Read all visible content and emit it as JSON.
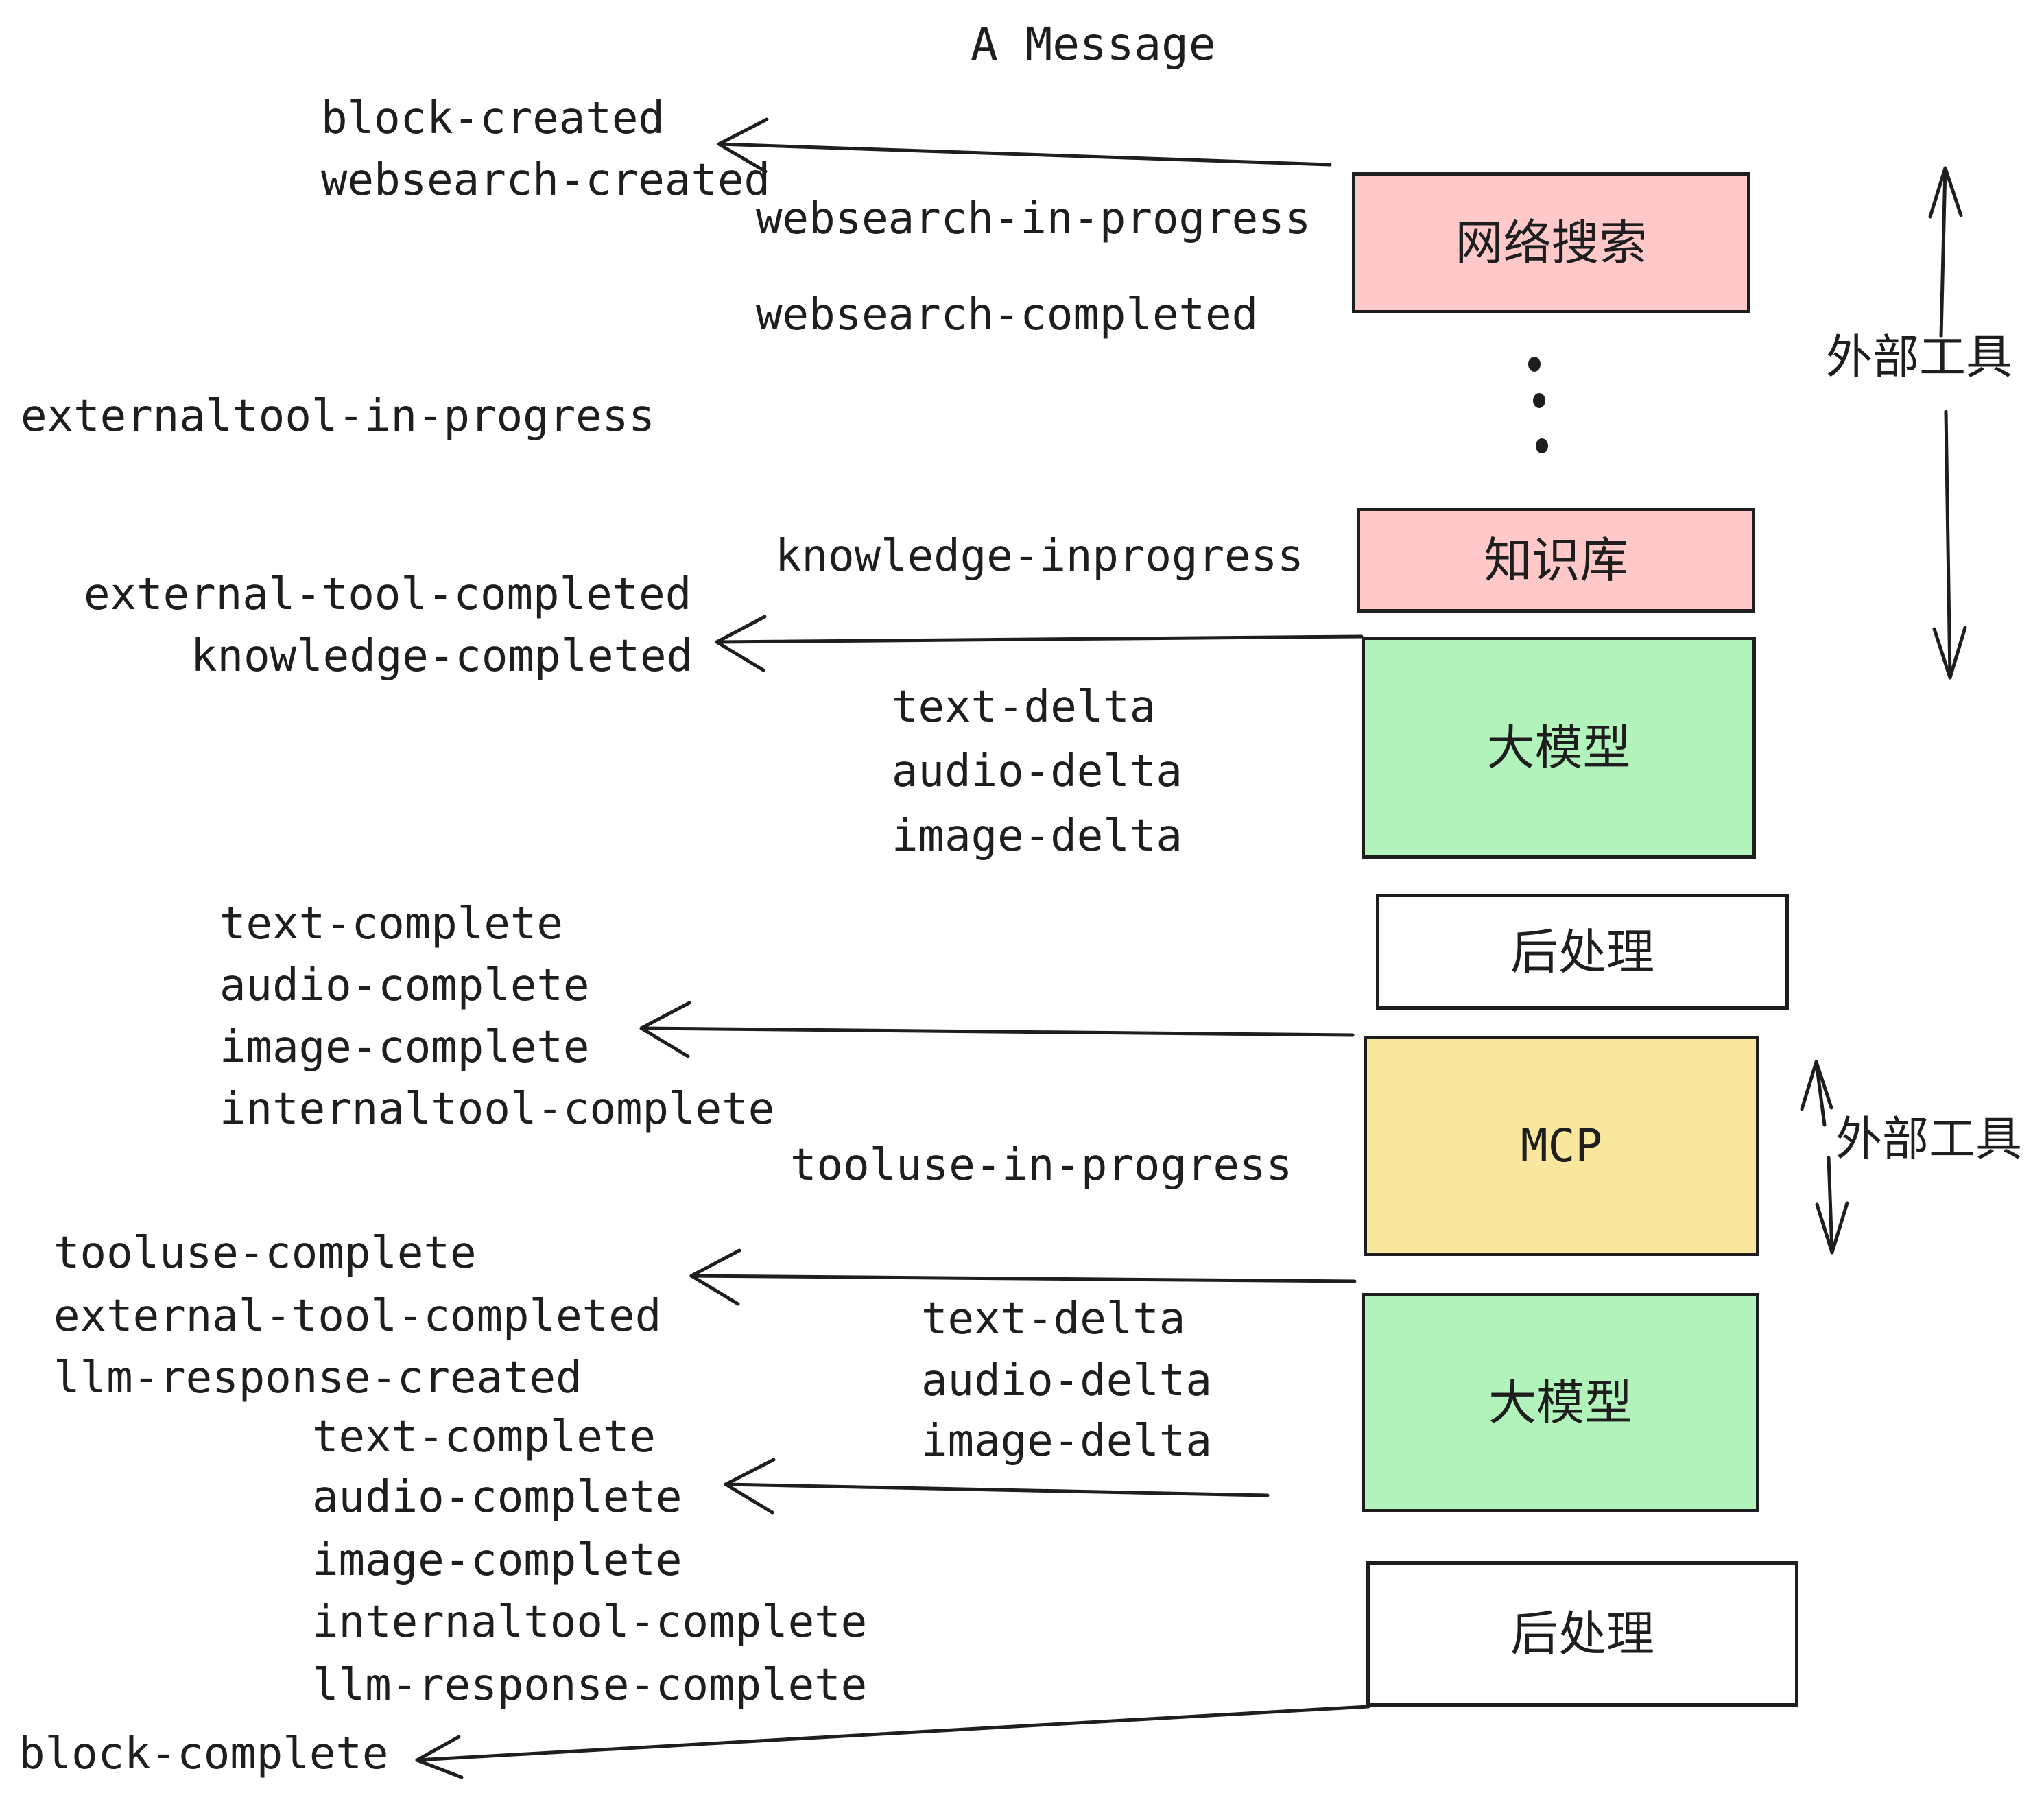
{
  "title": "A Message",
  "colors": {
    "ink": "#1e1e1e",
    "pink": "#ffc9c9",
    "green": "#b2f2bb",
    "yellow": "#f9e79e",
    "white": "#ffffff",
    "background": "#ffffff"
  },
  "boxes": {
    "websearch": {
      "label": "网络搜索"
    },
    "knowledge": {
      "label": "知识库"
    },
    "llm_top": {
      "label": "大模型"
    },
    "post_top": {
      "label": "后处理"
    },
    "mcp": {
      "label": "MCP"
    },
    "llm_bottom": {
      "label": "大模型"
    },
    "post_bottom": {
      "label": "后处理"
    }
  },
  "side_labels": {
    "external_tools_top": "外部工具",
    "external_tools_bottom": "外部工具"
  },
  "events": {
    "block_created": "block-created",
    "websearch_created": "websearch-created",
    "websearch_in_progress": "websearch-in-progress",
    "websearch_completed": "websearch-completed",
    "externaltool_in_progress": "externaltool-in-progress",
    "knowledge_inprogress": "knowledge-inprogress",
    "external_tool_completed_1": "external-tool-completed",
    "knowledge_completed": "knowledge-completed",
    "text_delta_1": "text-delta",
    "audio_delta_1": "audio-delta",
    "image_delta_1": "image-delta",
    "text_complete_1": "text-complete",
    "audio_complete_1": "audio-complete",
    "image_complete_1": "image-complete",
    "internaltool_complete_1": "internaltool-complete",
    "tooluse_in_progress": "tooluse-in-progress",
    "tooluse_complete": "tooluse-complete",
    "external_tool_completed_2": "external-tool-completed",
    "llm_response_created": "llm-response-created",
    "text_delta_2": "text-delta",
    "audio_delta_2": "audio-delta",
    "image_delta_2": "image-delta",
    "text_complete_2": "text-complete",
    "audio_complete_2": "audio-complete",
    "image_complete_2": "image-complete",
    "internaltool_complete_2": "internaltool-complete",
    "llm_response_complete": "llm-response-complete",
    "block_complete": "block-complete"
  }
}
